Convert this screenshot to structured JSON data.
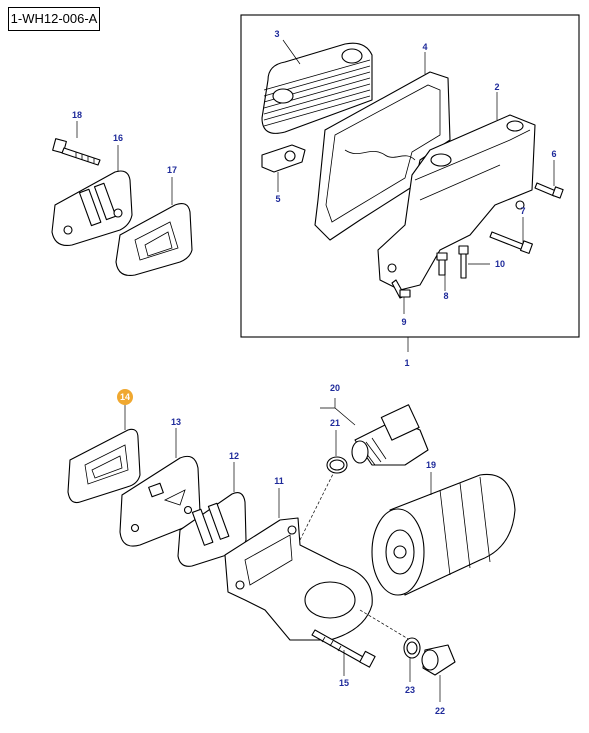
{
  "reference_code": "1-WH12-006-A",
  "highlight_color": "#f0a830",
  "callout_color": "#1e2a9a",
  "callouts": [
    {
      "id": "c1",
      "label": "1"
    },
    {
      "id": "c2",
      "label": "2"
    },
    {
      "id": "c3",
      "label": "3"
    },
    {
      "id": "c4",
      "label": "4"
    },
    {
      "id": "c5",
      "label": "5"
    },
    {
      "id": "c6",
      "label": "6"
    },
    {
      "id": "c7",
      "label": "7"
    },
    {
      "id": "c8",
      "label": "8"
    },
    {
      "id": "c9",
      "label": "9"
    },
    {
      "id": "c10",
      "label": "10"
    },
    {
      "id": "c11",
      "label": "11"
    },
    {
      "id": "c12",
      "label": "12"
    },
    {
      "id": "c13",
      "label": "13"
    },
    {
      "id": "c14",
      "label": "14",
      "highlighted": true
    },
    {
      "id": "c15",
      "label": "15"
    },
    {
      "id": "c16",
      "label": "16"
    },
    {
      "id": "c17",
      "label": "17"
    },
    {
      "id": "c18",
      "label": "18"
    },
    {
      "id": "c19",
      "label": "19"
    },
    {
      "id": "c20",
      "label": "20"
    },
    {
      "id": "c21",
      "label": "21"
    },
    {
      "id": "c22",
      "label": "22"
    },
    {
      "id": "c23",
      "label": "23"
    }
  ]
}
